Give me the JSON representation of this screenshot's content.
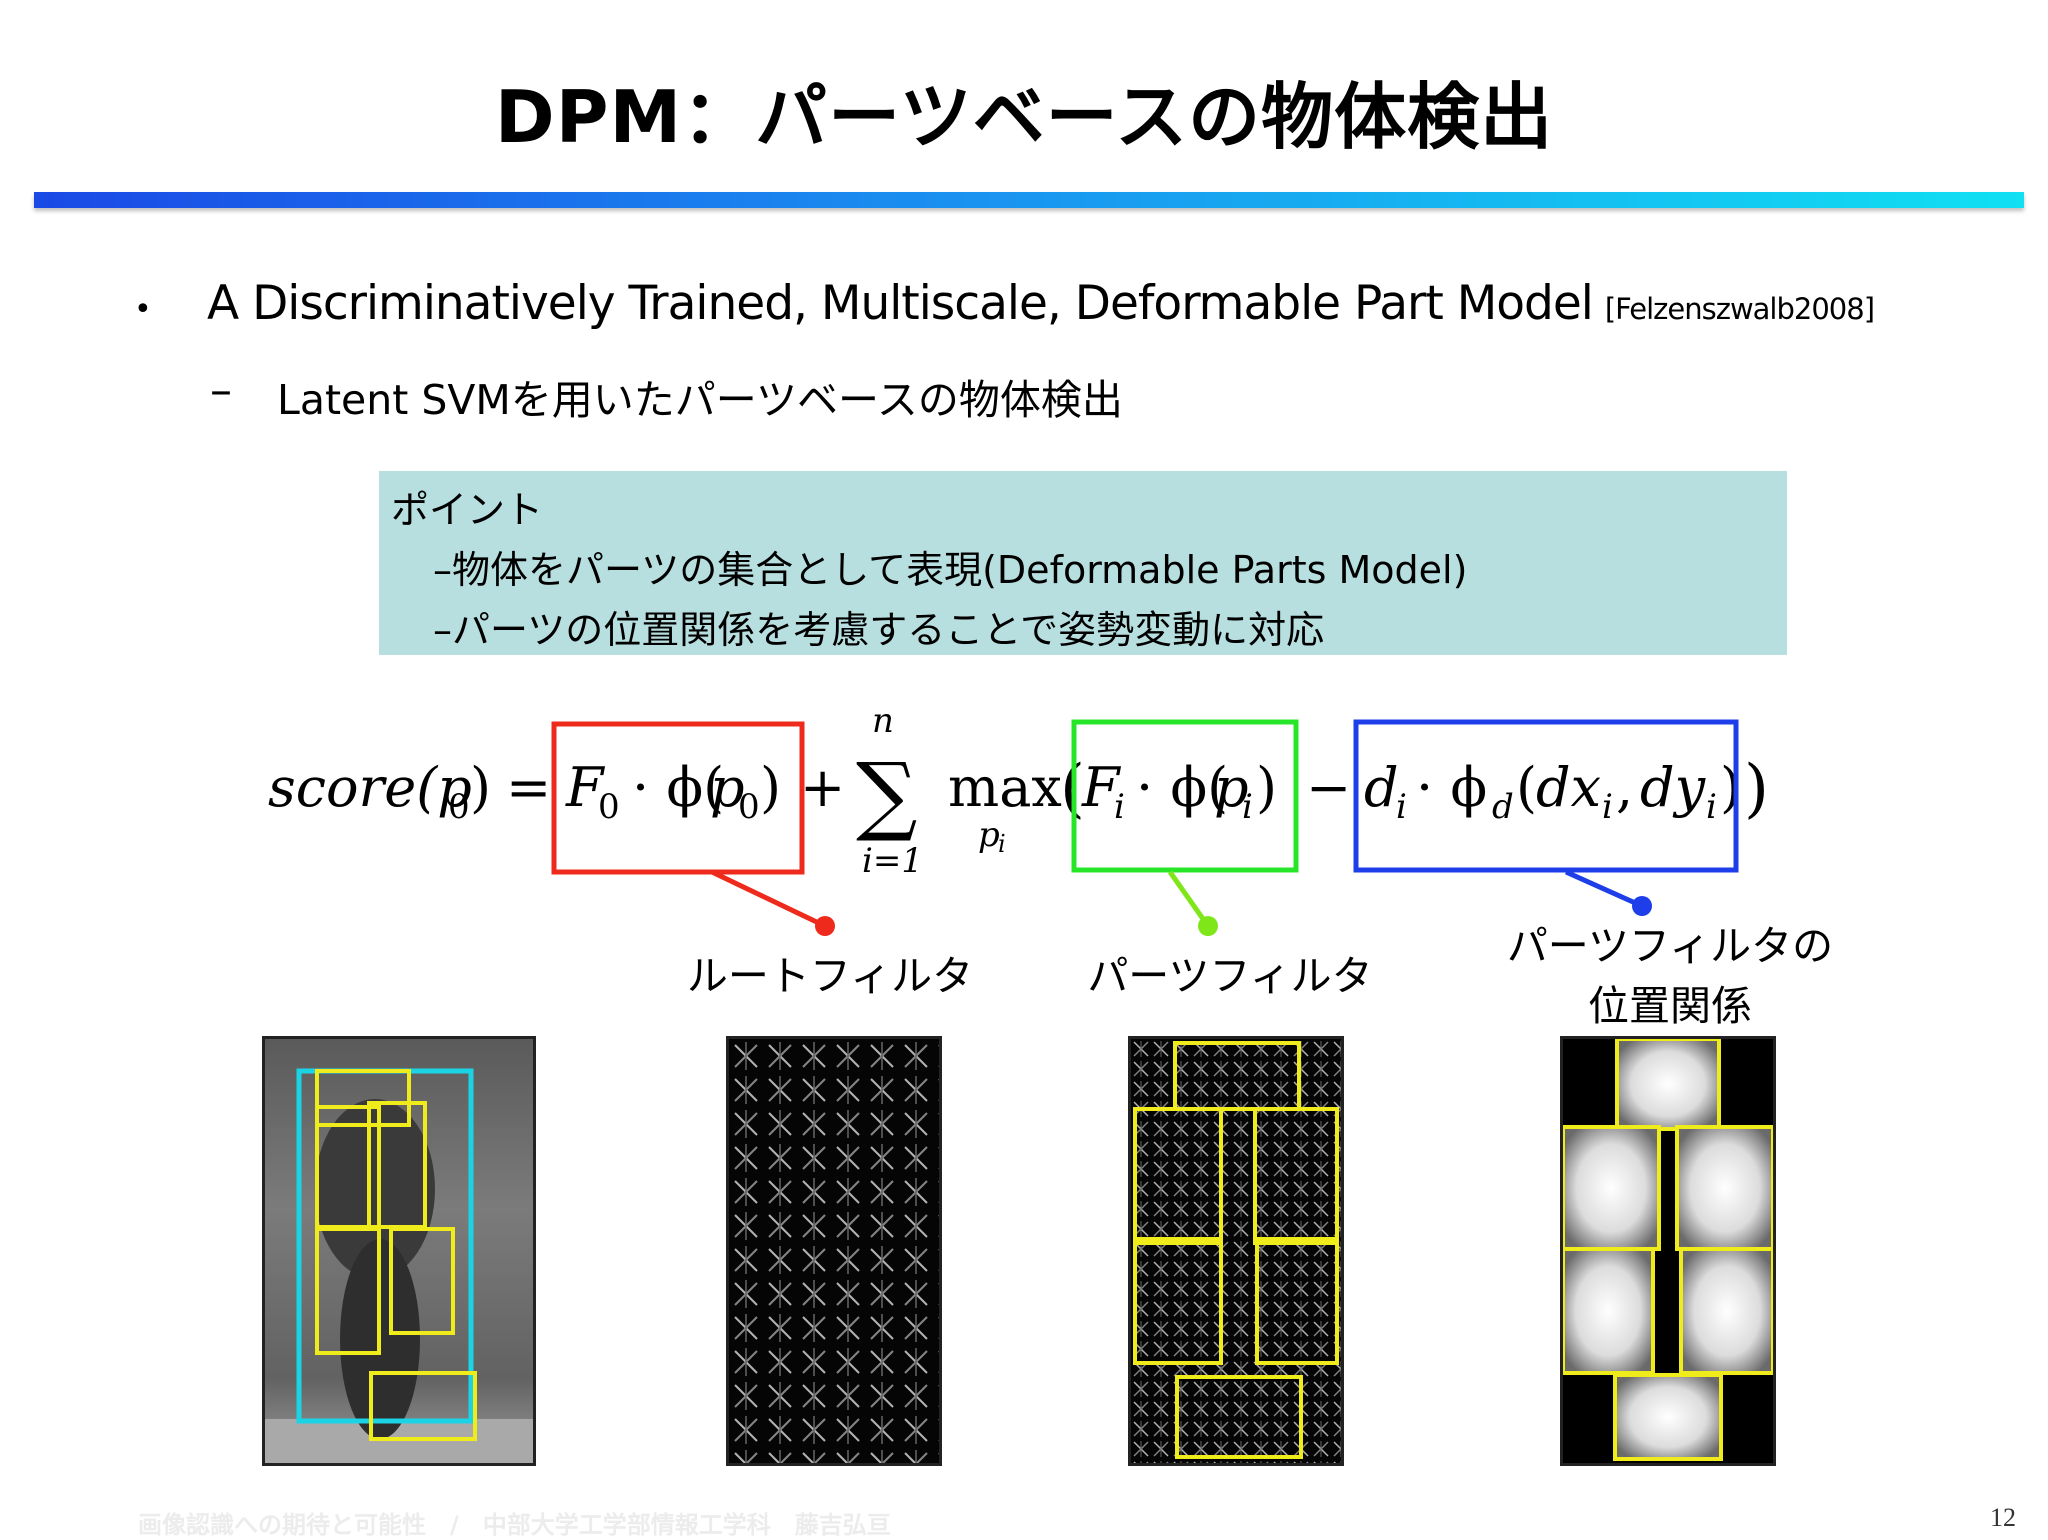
{
  "slide": {
    "title": "DPM：パーツベースの物体検出",
    "bullet": {
      "marker": "•",
      "text": "A Discriminatively Trained, Multiscale, Deformable Part Model",
      "citation": "[Felzenszwalb2008]"
    },
    "sub_bullet": {
      "marker": "–",
      "text": "Latent SVMを用いたパーツベースの物体検出"
    },
    "point_box": {
      "heading": "ポイント",
      "line1": "–物体をパーツの集合として表現(Deformable Parts Model)",
      "line2": "–パーツの位置関係を考慮することで姿勢変動に対応"
    },
    "formula": {
      "lhs": "score(p",
      "lhs_sub": "0",
      "sum_top": "n",
      "sum_bottom": "i=1",
      "max_label": "max",
      "max_sub": "p",
      "max_sub_sub": "i"
    },
    "callouts": {
      "root_filter": "ルートフィルタ",
      "part_filter": "パーツフィルタ",
      "part_position_line1": "パーツフィルタの",
      "part_position_line2": "位置関係"
    },
    "footer": "画像認識への期待と可能性　/　中部大学工学部情報工学科　藤吉弘亘",
    "page_number": "12"
  },
  "colors": {
    "root_box": "#ee2a1c",
    "part_box": "#27e627",
    "position_box": "#1d3ee8",
    "root_window": "#1ad4e6",
    "part_window": "#f0ec1c",
    "point_box_bg": "#b8dfe0"
  }
}
